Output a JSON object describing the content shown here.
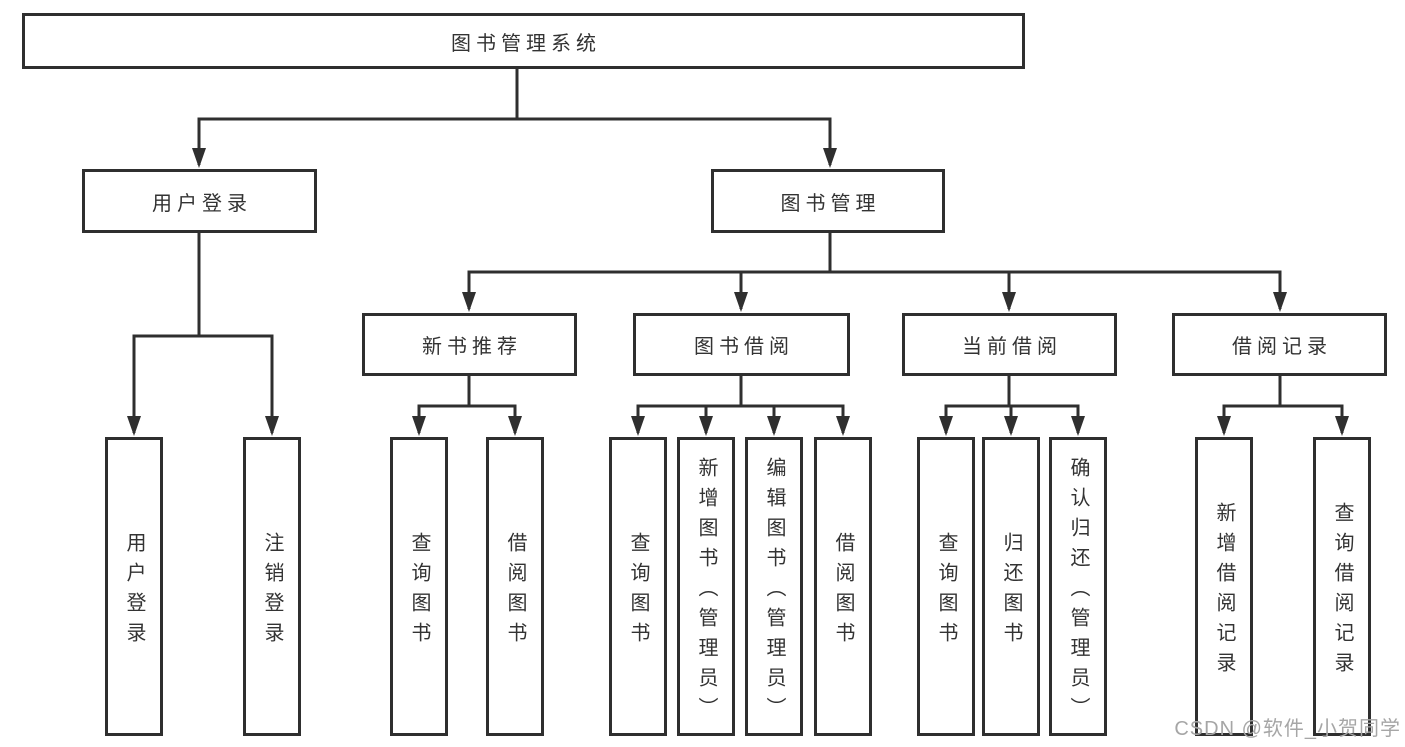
{
  "diagram": {
    "root": {
      "label": "图书管理系统"
    },
    "branches": [
      {
        "label": "用户登录",
        "children": [
          {
            "label": "用户登录"
          },
          {
            "label": "注销登录"
          }
        ]
      },
      {
        "label": "图书管理",
        "children": [
          {
            "label": "新书推荐",
            "children": [
              {
                "label": "查询图书"
              },
              {
                "label": "借阅图书"
              }
            ]
          },
          {
            "label": "图书借阅",
            "children": [
              {
                "label": "查询图书"
              },
              {
                "label": "新增图书（管理员）"
              },
              {
                "label": "编辑图书（管理员）"
              },
              {
                "label": "借阅图书"
              }
            ]
          },
          {
            "label": "当前借阅",
            "children": [
              {
                "label": "查询图书"
              },
              {
                "label": "归还图书"
              },
              {
                "label": "确认归还（管理员）"
              }
            ]
          },
          {
            "label": "借阅记录",
            "children": [
              {
                "label": "新增借阅记录"
              },
              {
                "label": "查询借阅记录"
              }
            ]
          }
        ]
      }
    ]
  },
  "watermark": {
    "text": "CSDN @软件_小贺同学"
  },
  "colors": {
    "line": "#2f2f2f",
    "border": "#2f2f2f",
    "text": "#333333",
    "watermark": "#a6a6a6",
    "background": "#ffffff"
  }
}
